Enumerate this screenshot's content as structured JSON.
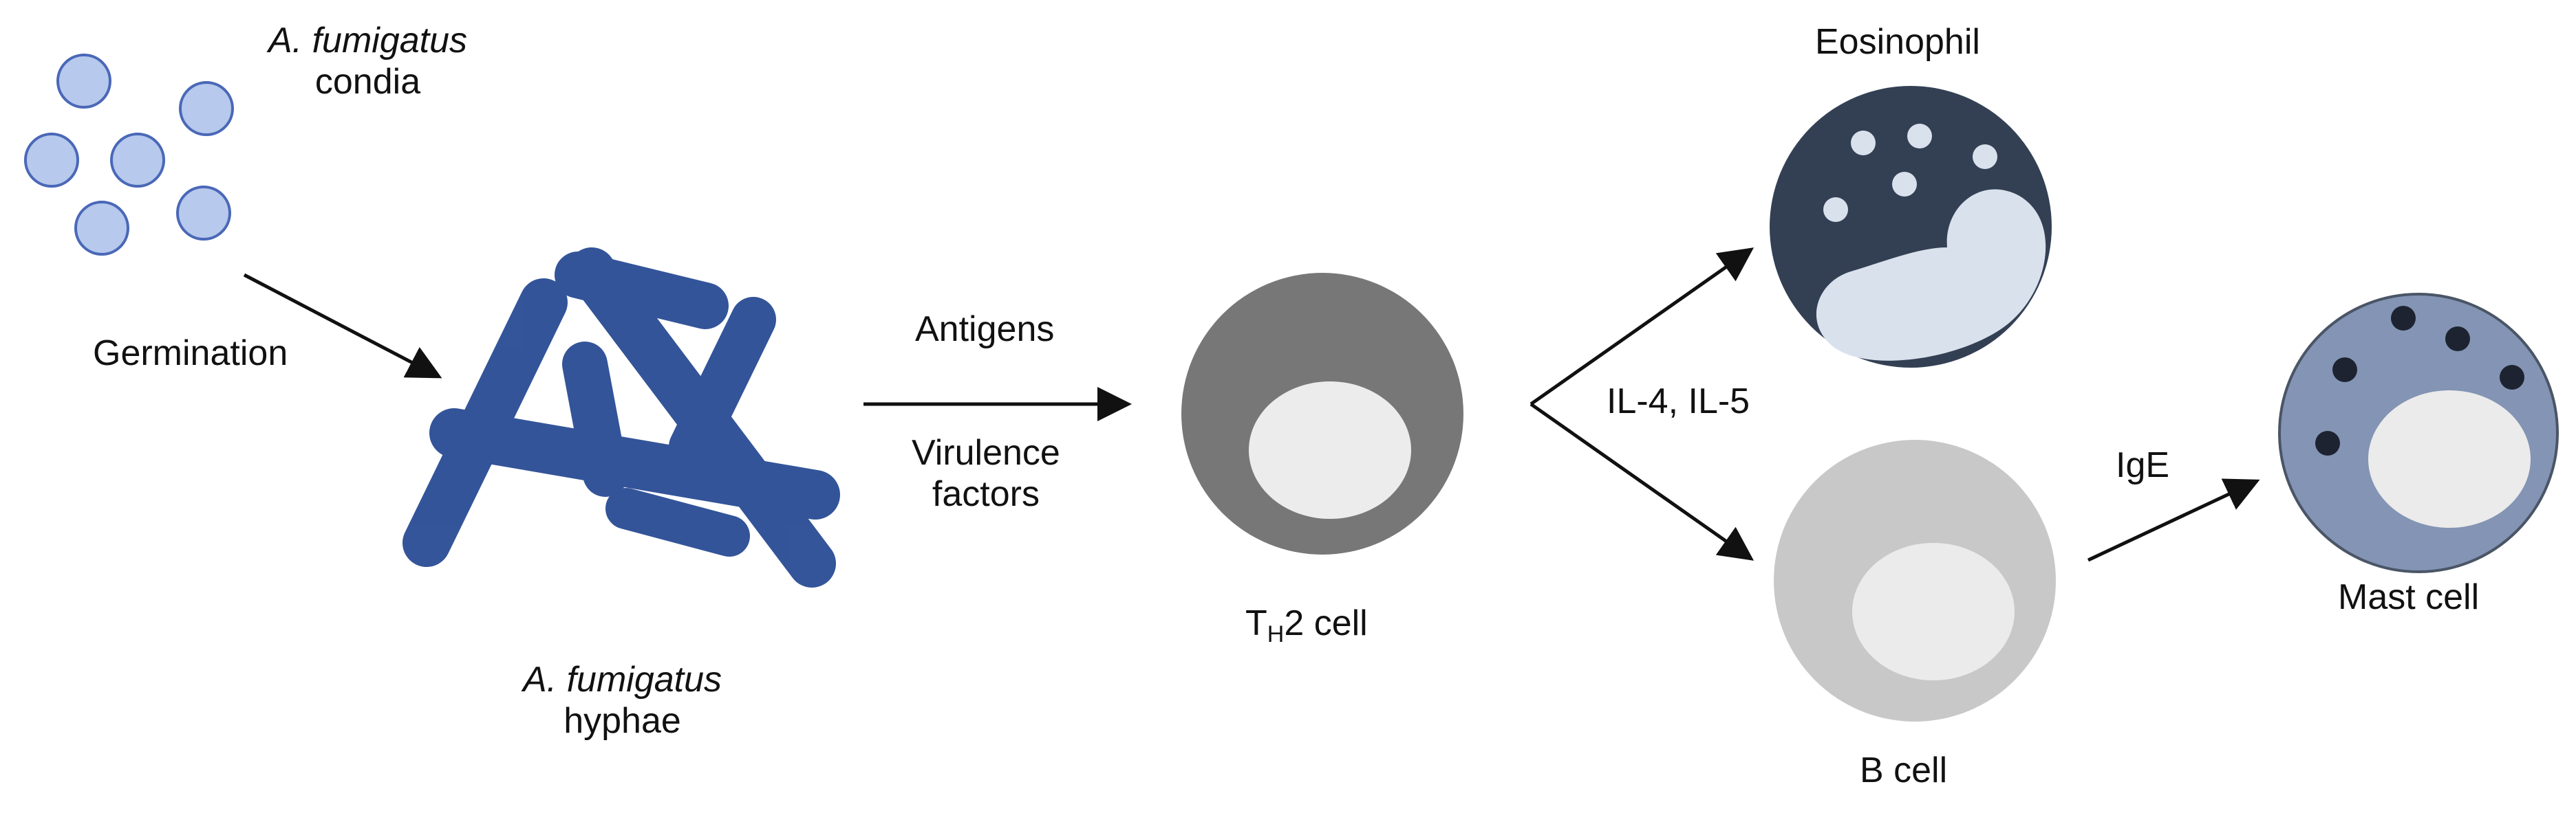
{
  "labels": {
    "conidia_species": "A. fumigatus",
    "conidia_word": "condia",
    "germination": "Germination",
    "hyphae_species": "A. fumigatus",
    "hyphae_word": "hyphae",
    "antigens": "Antigens",
    "virulence_line1": "Virulence",
    "virulence_line2": "factors",
    "th2_prefix": "T",
    "th2_subscript": "H",
    "th2_suffix": "2 cell",
    "interleukins": "IL-4, IL-5",
    "eosinophil": "Eosinophil",
    "b_cell": "B cell",
    "ige": "IgE",
    "mast_cell": "Mast cell"
  },
  "colors": {
    "conidia_fill": "#b7c9ec",
    "conidia_stroke": "#4a68b8",
    "hyphae": "#2d4f96",
    "th2_outer": "#777777",
    "th2_nucleus": "#ececec",
    "eosinophil_outer": "#334054",
    "eosinophil_inner": "#d9e1ec",
    "bcell_outer": "#c8c8c8",
    "bcell_nucleus": "#ebebeb",
    "mast_outer": "#8394b4",
    "mast_inner": "#ebebeb",
    "granule_dark": "#1d2330",
    "arrow": "#111111"
  }
}
